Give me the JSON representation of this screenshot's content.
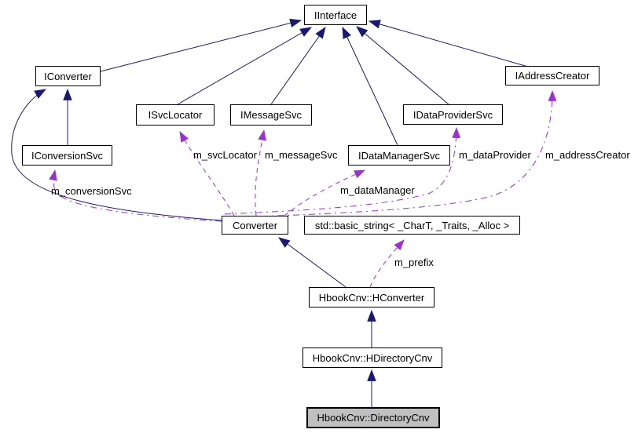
{
  "diagram": {
    "type": "collaboration-graph",
    "colors": {
      "background": "#ffffff",
      "inheritance_edge": "#191970",
      "usage_edge": "#9a32cd",
      "node_border": "#000000",
      "node_fill": "#ffffff",
      "focus_node_fill": "#c0c0c0",
      "text": "#000000"
    },
    "nodes": [
      {
        "id": "iinterface",
        "label": "IInterface"
      },
      {
        "id": "iconverter",
        "label": "IConverter"
      },
      {
        "id": "iconversionsvc",
        "label": "IConversionSvc"
      },
      {
        "id": "isvclocator",
        "label": "ISvcLocator"
      },
      {
        "id": "imessagesvc",
        "label": "IMessageSvc"
      },
      {
        "id": "idataprovidersvc",
        "label": "IDataProviderSvc"
      },
      {
        "id": "idatamanagersvc",
        "label": "IDataManagerSvc"
      },
      {
        "id": "iaddresscreator",
        "label": "IAddressCreator"
      },
      {
        "id": "converter",
        "label": "Converter"
      },
      {
        "id": "basicstring",
        "label": "std::basic_string< _CharT, _Traits, _Alloc >"
      },
      {
        "id": "hconverter",
        "label": "HbookCnv::HConverter"
      },
      {
        "id": "hdirectorycnv",
        "label": "HbookCnv::HDirectoryCnv"
      },
      {
        "id": "directorycnv",
        "label": "HbookCnv::DirectoryCnv"
      }
    ],
    "edge_labels": [
      {
        "id": "m_conversionSvc",
        "text": "m_conversionSvc"
      },
      {
        "id": "m_svcLocator",
        "text": "m_svcLocator"
      },
      {
        "id": "m_messageSvc",
        "text": "m_messageSvc"
      },
      {
        "id": "m_dataManager",
        "text": "m_dataManager"
      },
      {
        "id": "m_dataProvider",
        "text": "m_dataProvider"
      },
      {
        "id": "m_addressCreator",
        "text": "m_addressCreator"
      },
      {
        "id": "m_prefix",
        "text": "m_prefix"
      }
    ]
  }
}
